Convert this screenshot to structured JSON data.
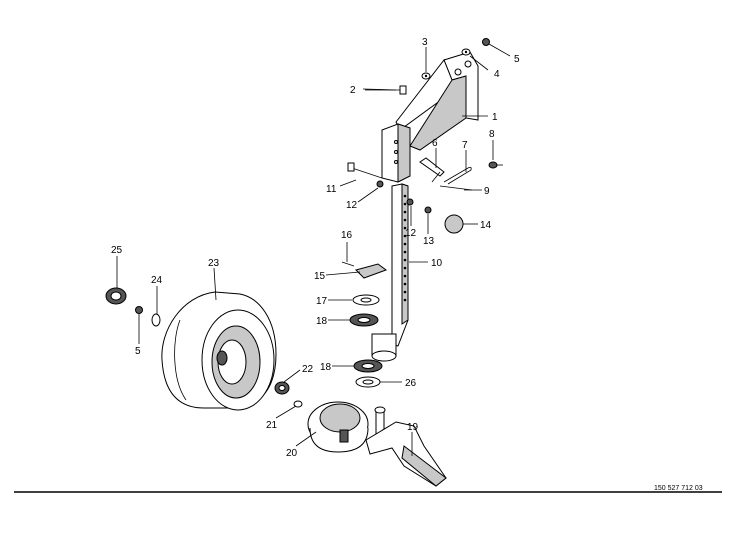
{
  "drawing_number": "150 527 712 03",
  "callouts": [
    {
      "id": "c1",
      "label": "1"
    },
    {
      "id": "c2",
      "label": "2"
    },
    {
      "id": "c3",
      "label": "3"
    },
    {
      "id": "c4",
      "label": "4"
    },
    {
      "id": "c5a",
      "label": "5"
    },
    {
      "id": "c5b",
      "label": "5"
    },
    {
      "id": "c6",
      "label": "6"
    },
    {
      "id": "c7",
      "label": "7"
    },
    {
      "id": "c8",
      "label": "8"
    },
    {
      "id": "c9",
      "label": "9"
    },
    {
      "id": "c10",
      "label": "10"
    },
    {
      "id": "c11",
      "label": "11"
    },
    {
      "id": "c12a",
      "label": "12"
    },
    {
      "id": "c12b",
      "label": "12"
    },
    {
      "id": "c13",
      "label": "13"
    },
    {
      "id": "c14",
      "label": "14"
    },
    {
      "id": "c15",
      "label": "15"
    },
    {
      "id": "c16",
      "label": "16"
    },
    {
      "id": "c17",
      "label": "17"
    },
    {
      "id": "c18a",
      "label": "18"
    },
    {
      "id": "c18b",
      "label": "18"
    },
    {
      "id": "c19",
      "label": "19"
    },
    {
      "id": "c20",
      "label": "20"
    },
    {
      "id": "c21",
      "label": "21"
    },
    {
      "id": "c22",
      "label": "22"
    },
    {
      "id": "c23",
      "label": "23"
    },
    {
      "id": "c24",
      "label": "24"
    },
    {
      "id": "c25",
      "label": "25"
    },
    {
      "id": "c26",
      "label": "26"
    }
  ]
}
